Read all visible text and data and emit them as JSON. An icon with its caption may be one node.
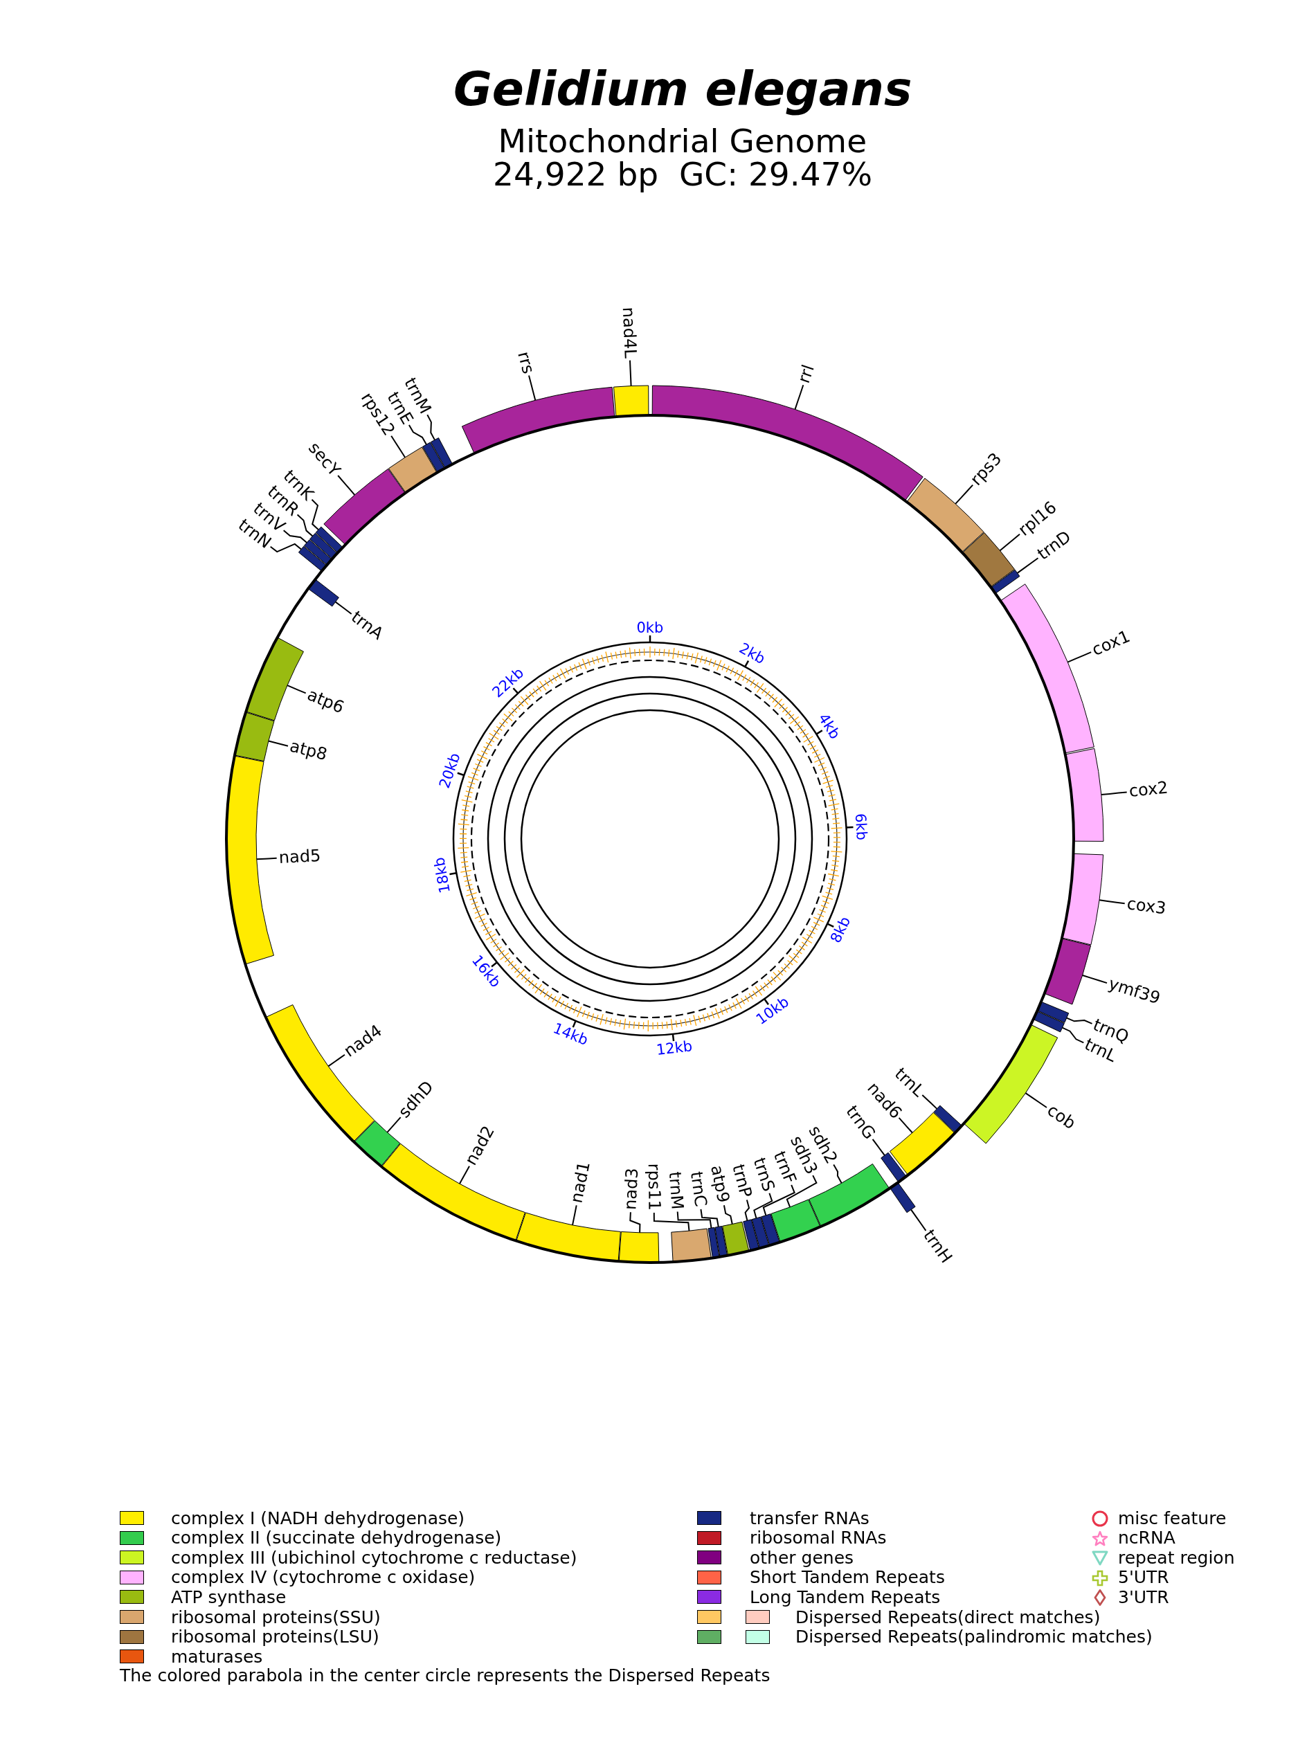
{
  "diagram": {
    "title": "Gelidium elegans",
    "caption": "The colored parabola in the center circle represents the Dispersed Repeats",
    "nodes": [
      {
        "text": [
          "rrl"
        ]
      },
      {
        "text": [],
        "shape": "bar"
      },
      {
        "text": [
          "rps3"
        ]
      },
      {
        "text": [],
        "shape": "bar"
      },
      {
        "text": [
          "rpl16"
        ]
      },
      {
        "text": [],
        "shape": "bar"
      },
      {
        "text": [
          "trnD"
        ]
      },
      {
        "text": [],
        "shape": "bar"
      },
      {
        "text": [
          "cox1"
        ]
      },
      {
        "text": [],
        "shape": "bar"
      },
      {
        "text": [
          "cox2"
        ]
      },
      {
        "text": [],
        "shape": "bar"
      },
      {
        "text": [
          "cox3"
        ]
      },
      {
        "text": [],
        "shape": "bar"
      },
      {
        "text": [
          "ymf39"
        ]
      },
      {
        "text": [],
        "shape": "bar"
      },
      {
        "text": [
          "trnQ"
        ]
      },
      {
        "text": [],
        "shape": "bar"
      },
      {
        "text": [
          "trnL"
        ]
      },
      {
        "text": [],
        "shape": "bar"
      },
      {
        "text": [
          "cob"
        ]
      },
      {
        "text": [],
        "shape": "bar"
      },
      {
        "text": [
          "trnL"
        ]
      },
      {
        "text": [],
        "shape": "bar"
      },
      {
        "text": [
          "nad6"
        ]
      },
      {
        "text": [],
        "shape": "bar"
      },
      {
        "text": [
          "trnG"
        ]
      },
      {
        "text": [],
        "shape": "bar"
      },
      {
        "text": [
          "trnH"
        ]
      },
      {
        "text": [],
        "shape": "bar"
      },
      {
        "text": [
          "sdh2"
        ]
      },
      {
        "text": [],
        "shape": "bar"
      },
      {
        "text": [
          "sdh3"
        ]
      },
      {
        "text": [],
        "shape": "bar"
      },
      {
        "text": [
          "trnF"
        ]
      },
      {
        "text": [],
        "shape": "bar"
      },
      {
        "text": [
          "trnS"
        ]
      },
      {
        "text": [],
        "shape": "bar"
      },
      {
        "text": [
          "trnP"
        ]
      },
      {
        "text": [],
        "shape": "bar"
      },
      {
        "text": [
          "atp9"
        ]
      },
      {
        "text": [],
        "shape": "bar"
      },
      {
        "text": [
          "trnC"
        ]
      },
      {
        "text": [],
        "shape": "bar"
      },
      {
        "text": [
          "trnM"
        ]
      },
      {
        "text": [],
        "shape": "bar"
      },
      {
        "text": [
          "rps11"
        ]
      },
      {
        "text": [],
        "shape": "bar"
      },
      {
        "text": [
          "nad3"
        ]
      },
      {
        "text": [],
        "shape": "bar"
      },
      {
        "text": [
          "nad1"
        ]
      },
      {
        "text": [],
        "shape": "bar"
      },
      {
        "text": [
          "nad2"
        ]
      },
      {
        "text": [],
        "shape": "bar"
      },
      {
        "text": [
          "sdhD"
        ]
      },
      {
        "text": [],
        "shape": "bar"
      },
      {
        "text": [
          "nad4"
        ]
      },
      {
        "text": [],
        "shape": "bar"
      },
      {
        "text": [
          "nad5"
        ]
      },
      {
        "text": [],
        "shape": "bar"
      },
      {
        "text": [
          "atp8"
        ]
      },
      {
        "text": [],
        "shape": "bar"
      },
      {
        "text": [
          "atp6"
        ]
      },
      {
        "text": [],
        "shape": "bar"
      },
      {
        "text": [
          "trnA"
        ]
      },
      {
        "text": [],
        "shape": "bar"
      },
      {
        "text": [
          "trnN"
        ]
      },
      {
        "text": [],
        "shape": "bar"
      },
      {
        "text": [
          "trnV"
        ]
      },
      {
        "text": [],
        "shape": "bar"
      },
      {
        "text": [
          "trnR"
        ]
      },
      {
        "text": [],
        "shape": "bar"
      },
      {
        "text": [
          "trnK"
        ]
      },
      {
        "text": [],
        "shape": "bar"
      },
      {
        "text": [
          "secY"
        ]
      },
      {
        "text": [],
        "shape": "bar"
      },
      {
        "text": [
          "rps12"
        ]
      },
      {
        "text": [],
        "shape": "bar"
      },
      {
        "text": [
          "trnE"
        ]
      },
      {
        "text": [],
        "shape": "bar"
      },
      {
        "text": [
          "trnM"
        ]
      },
      {
        "text": [],
        "shape": "bar"
      },
      {
        "text": [
          "rrs"
        ]
      },
      {
        "text": [],
        "shape": "bar"
      },
      {
        "text": [
          "nad4L"
        ]
      },
      {
        "text": [],
        "shape": "bar"
      }
    ],
    "edges": [
      {
        "from": 0,
        "to": 1,
        "arrow": "none"
      },
      {
        "from": 2,
        "to": 3,
        "arrow": "none"
      },
      {
        "from": 4,
        "to": 5,
        "arrow": "none"
      },
      {
        "from": 6,
        "to": 7,
        "arrow": "none"
      },
      {
        "from": 8,
        "to": 9,
        "arrow": "none"
      },
      {
        "from": 10,
        "to": 11,
        "arrow": "none"
      },
      {
        "from": 12,
        "to": 13,
        "arrow": "none"
      },
      {
        "from": 14,
        "to": 15,
        "arrow": "none"
      },
      {
        "from": 16,
        "to": 17,
        "arrow": "none"
      },
      {
        "from": 18,
        "to": 19,
        "arrow": "none"
      },
      {
        "from": 20,
        "to": 21,
        "arrow": "none"
      },
      {
        "from": 22,
        "to": 23,
        "arrow": "none"
      },
      {
        "from": 24,
        "to": 25,
        "arrow": "none"
      },
      {
        "from": 26,
        "to": 27,
        "arrow": "none"
      },
      {
        "from": 28,
        "to": 29,
        "arrow": "none"
      },
      {
        "from": 30,
        "to": 31,
        "arrow": "none"
      },
      {
        "from": 32,
        "to": 33,
        "arrow": "none"
      },
      {
        "from": 34,
        "to": 35,
        "arrow": "none"
      },
      {
        "from": 36,
        "to": 37,
        "arrow": "none"
      },
      {
        "from": 38,
        "to": 39,
        "arrow": "none"
      },
      {
        "from": 40,
        "to": 41,
        "arrow": "none"
      },
      {
        "from": 42,
        "to": 43,
        "arrow": "none"
      },
      {
        "from": 44,
        "to": 45,
        "arrow": "none"
      },
      {
        "from": 46,
        "to": 47,
        "arrow": "none"
      },
      {
        "from": 48,
        "to": 49,
        "arrow": "none"
      },
      {
        "from": 50,
        "to": 51,
        "arrow": "none"
      },
      {
        "from": 52,
        "to": 53,
        "arrow": "none"
      },
      {
        "from": 54,
        "to": 55,
        "arrow": "none"
      },
      {
        "from": 56,
        "to": 57,
        "arrow": "none"
      },
      {
        "from": 58,
        "to": 59,
        "arrow": "none"
      },
      {
        "from": 60,
        "to": 61,
        "arrow": "none"
      },
      {
        "from": 62,
        "to": 63,
        "arrow": "none"
      },
      {
        "from": 64,
        "to": 65,
        "arrow": "none"
      },
      {
        "from": 66,
        "to": 67,
        "arrow": "none"
      },
      {
        "from": 68,
        "to": 69,
        "arrow": "none"
      },
      {
        "from": 70,
        "to": 71,
        "arrow": "none"
      },
      {
        "from": 72,
        "to": 73,
        "arrow": "none"
      },
      {
        "from": 74,
        "to": 75,
        "arrow": "none"
      },
      {
        "from": 76,
        "to": 77,
        "arrow": "none"
      },
      {
        "from": 78,
        "to": 79,
        "arrow": "none"
      },
      {
        "from": 80,
        "to": 81,
        "arrow": "none"
      },
      {
        "from": 82,
        "to": 83,
        "arrow": "none"
      },
      {
        "from": 84,
        "to": 85,
        "arrow": "none"
      }
    ],
    "labels": [
      "Mitochondrial Genome",
      "24,922 bp  GC: 29.47%",
      "0kb",
      "2kb",
      "4kb",
      "6kb",
      "8kb",
      "10kb",
      "12kb",
      "14kb",
      "16kb",
      "18kb",
      "20kb",
      "22kb"
    ],
    "legend": [
      {
        "text": "complex I (NADH dehydrogenase)",
        "color": "#ffee00"
      },
      {
        "text": "complex II (succinate dehydrogenase)",
        "color": "#33cc4d"
      },
      {
        "text": "complex III (ubichinol cytochrome c reductase)",
        "color": "#ccf522"
      },
      {
        "text": "complex IV (cytochrome c oxidase)",
        "color": "#ffb3ff"
      },
      {
        "text": "ATP synthase",
        "color": "#99bb11"
      },
      {
        "text": "ribosomal proteins(SSU)",
        "color": "#d9a66e"
      },
      {
        "text": "ribosomal proteins(LSU)",
        "color": "#9e7540"
      },
      {
        "text": "maturases",
        "color": "#e8560f"
      },
      {
        "text": "transfer RNAs",
        "color": "#172983"
      },
      {
        "text": "ribosomal RNAs",
        "color": "#c01a26"
      },
      {
        "text": "other genes",
        "color": "#800080"
      },
      {
        "text": "Short Tandem Repeats",
        "color": "#ff6347"
      },
      {
        "text": "Long Tandem Repeats",
        "color": "#8a2be2"
      },
      {
        "text": "Dispersed Repeats(direct matches)",
        "color": "#ffc862"
      },
      {
        "text": "Dispersed Repeats(palindromic matches)",
        "color": "#5fae63"
      },
      {
        "text": "misc feature"
      },
      {
        "text": "ncRNA"
      },
      {
        "text": "repeat region"
      },
      {
        "text": "5'UTR"
      },
      {
        "text": "3'UTR"
      }
    ]
  }
}
